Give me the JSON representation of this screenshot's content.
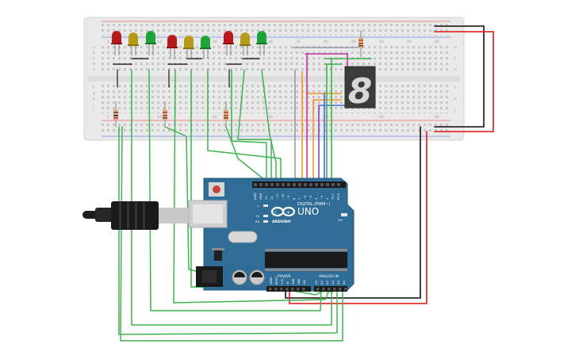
{
  "board": {
    "brand_name": "UNO",
    "brand_small": "ARDUINO",
    "digital_label": "DIGITAL (PWM~)",
    "power_label": "POWER",
    "analog_label": "ANALOG IN",
    "l_label": "L",
    "tx_label": "TX",
    "rx_label": "RX",
    "on_label": "ON",
    "digital_pins": [
      "AREF",
      "GND",
      "13",
      "12",
      "~11",
      "~10",
      "~9",
      "8",
      "7",
      "~6",
      "~5",
      "4",
      "~3",
      "2",
      "TX 1",
      "RX 0"
    ],
    "power_pins": [
      "IOREF",
      "RESET",
      "3.3V",
      "5V",
      "GND",
      "GND",
      "VIN"
    ],
    "analog_pins": [
      "A0",
      "A1",
      "A2",
      "A3",
      "A4",
      "A5"
    ]
  },
  "breadboard": {
    "col_numbers": [
      "1",
      "5",
      "10",
      "15",
      "20",
      "25",
      "30",
      "35",
      "40",
      "45",
      "50",
      "55",
      "60"
    ],
    "row_letters_top": [
      "a",
      "b",
      "c",
      "d",
      "e"
    ],
    "row_letters_bottom": [
      "f",
      "g",
      "h",
      "i",
      "j"
    ]
  },
  "display": {
    "digit": "8"
  },
  "colors": {
    "board": "#2f6d97",
    "wire_green": "#3fb34f",
    "wire_red": "#e0322f",
    "wire_black": "#2b2b2b",
    "wire_orange": "#f0932b",
    "wire_purple": "#8e44ad",
    "wire_blue": "#3a6fd8",
    "wire_magenta": "#c2349b",
    "wire_grey": "#8a8a9a",
    "led_red": "#b8191b",
    "led_yellow": "#b79a17",
    "led_green": "#1ea33a"
  }
}
